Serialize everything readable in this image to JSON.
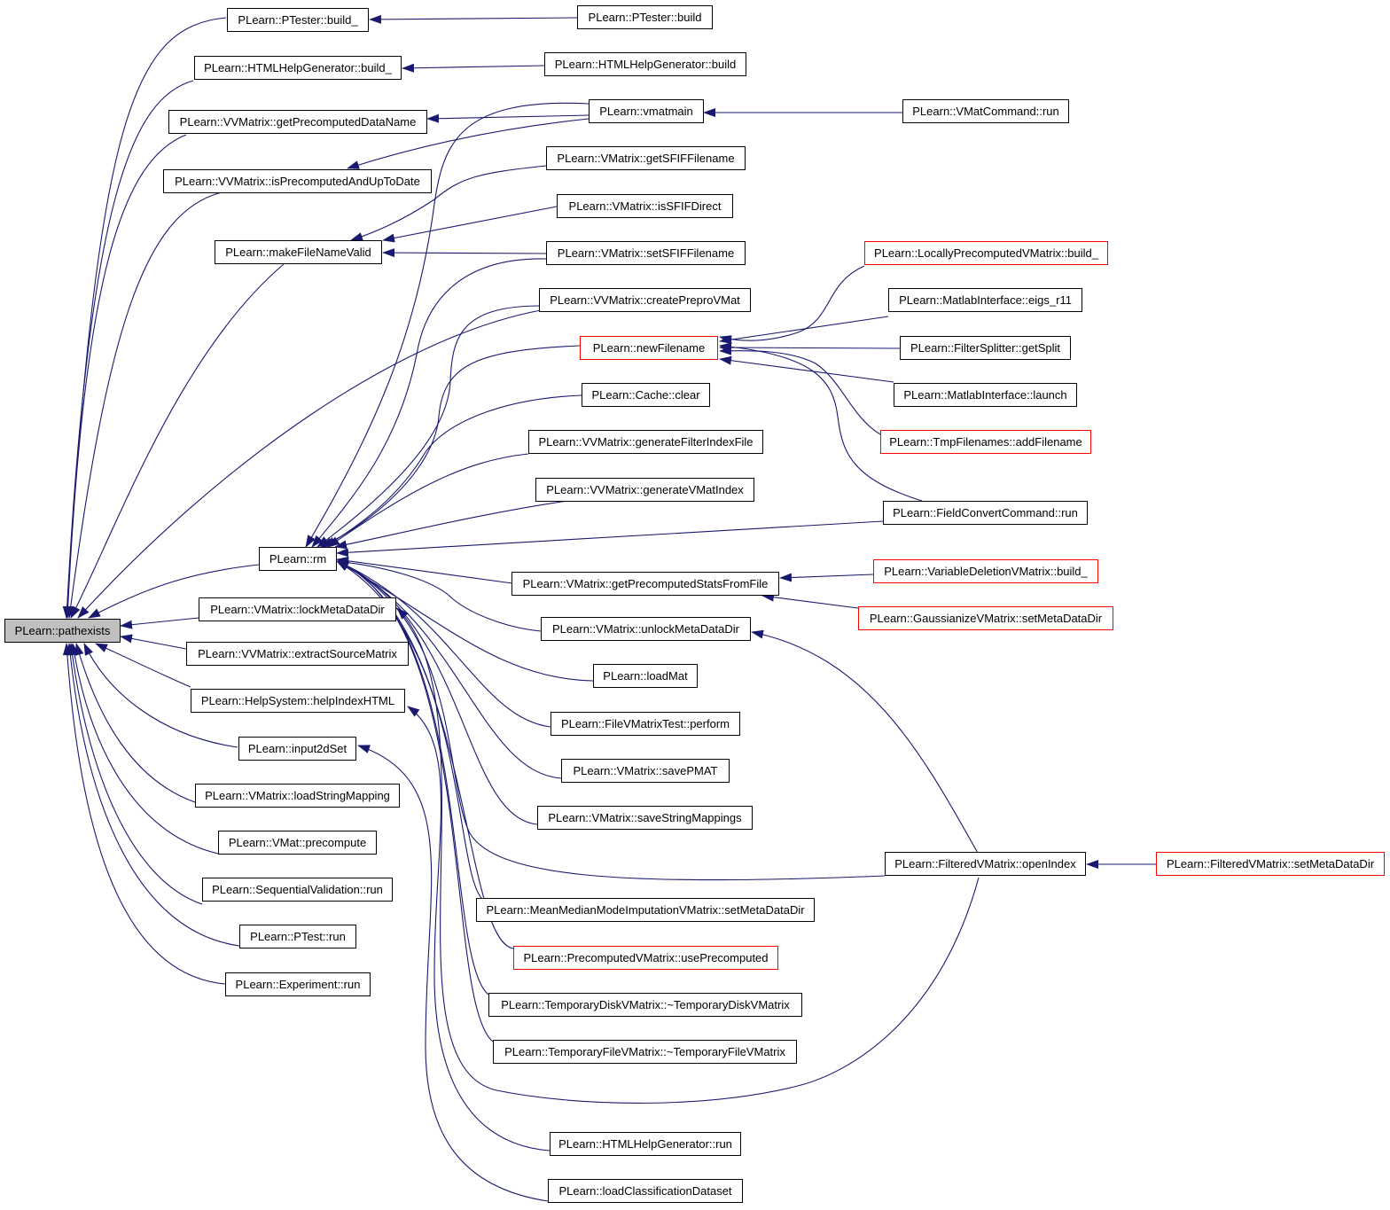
{
  "diagram": {
    "root": "PLearn::pathexists",
    "colors": {
      "edge": "#191970",
      "node_border": "#000000",
      "truncated_border": "#ff0000",
      "root_fill": "#bfbfbf"
    },
    "nodes": {
      "pathexists": "PLearn::pathexists",
      "ptester_build_": "PLearn::PTester::build_",
      "ptester_build": "PLearn::PTester::build",
      "htmlhg_build_": "PLearn::HTMLHelpGenerator::build_",
      "htmlhg_build": "PLearn::HTMLHelpGenerator::build",
      "getprecomputeddataname": "PLearn::VVMatrix::getPrecomputedDataName",
      "vmatmain": "PLearn::vmatmain",
      "vmatcommand_run": "PLearn::VMatCommand::run",
      "isprecomputedanduptodate": "PLearn::VVMatrix::isPrecomputedAndUpToDate",
      "getsfiffilename": "PLearn::VMatrix::getSFIFFilename",
      "issfifdirect": "PLearn::VMatrix::isSFIFDirect",
      "makefilenamevalid": "PLearn::makeFileNameValid",
      "setsfiffilename": "PLearn::VMatrix::setSFIFFilename",
      "lpvm_build_": "PLearn::LocallyPrecomputedVMatrix::build_",
      "createpreprovmat": "PLearn::VVMatrix::createPreproVMat",
      "eigs_r11": "PLearn::MatlabInterface::eigs_r11",
      "newfilename": "PLearn::newFilename",
      "getsplit": "PLearn::FilterSplitter::getSplit",
      "cache_clear": "PLearn::Cache::clear",
      "matlab_launch": "PLearn::MatlabInterface::launch",
      "addfilename": "PLearn::TmpFilenames::addFilename",
      "generatefilterindexfile": "PLearn::VVMatrix::generateFilterIndexFile",
      "generatevmatindex": "PLearn::VVMatrix::generateVMatIndex",
      "fieldconvert_run": "PLearn::FieldConvertCommand::run",
      "rm": "PLearn::rm",
      "getprecomputedstatsfromfile": "PLearn::VMatrix::getPrecomputedStatsFromFile",
      "vdvm_build_": "PLearn::VariableDeletionVMatrix::build_",
      "lockmetadatadir": "PLearn::VMatrix::lockMetaDataDir",
      "gaussianize_setmetadatadir": "PLearn::GaussianizeVMatrix::setMetaDataDir",
      "unlockmetadatadir": "PLearn::VMatrix::unlockMetaDataDir",
      "extractsourcematrix": "PLearn::VVMatrix::extractSourceMatrix",
      "loadmat": "PLearn::loadMat",
      "helpindexhtml": "PLearn::HelpSystem::helpIndexHTML",
      "filevmatrixtest_perform": "PLearn::FileVMatrixTest::perform",
      "input2dset": "PLearn::input2dSet",
      "savepmat": "PLearn::VMatrix::savePMAT",
      "loadstringmapping": "PLearn::VMatrix::loadStringMapping",
      "savestringmappings": "PLearn::VMatrix::saveStringMappings",
      "vmat_precompute": "PLearn::VMat::precompute",
      "filteredvm_openindex": "PLearn::FilteredVMatrix::openIndex",
      "filteredvm_setmetadatadir": "PLearn::FilteredVMatrix::setMetaDataDir",
      "seqval_run": "PLearn::SequentialValidation::run",
      "meanmedian_setmetadatadir": "PLearn::MeanMedianModeImputationVMatrix::setMetaDataDir",
      "ptest_run": "PLearn::PTest::run",
      "useprecomputed": "PLearn::PrecomputedVMatrix::usePrecomputed",
      "experiment_run": "PLearn::Experiment::run",
      "tempdisk_dtor": "PLearn::TemporaryDiskVMatrix::~TemporaryDiskVMatrix",
      "tempfile_dtor": "PLearn::TemporaryFileVMatrix::~TemporaryFileVMatrix",
      "htmlhg_run": "PLearn::HTMLHelpGenerator::run",
      "loadclassificationdataset": "PLearn::loadClassificationDataset"
    }
  }
}
